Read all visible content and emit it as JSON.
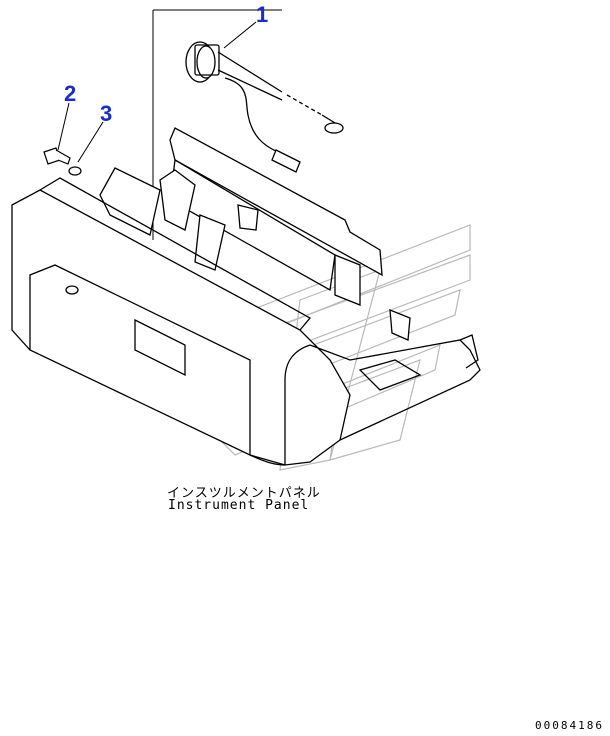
{
  "callouts": [
    {
      "label": "1"
    },
    {
      "label": "2"
    },
    {
      "label": "3"
    }
  ],
  "caption": {
    "japanese": "インスツルメントパネル",
    "english": "Instrument Panel"
  },
  "drawing_code": "00084186",
  "colors": {
    "callout": "#1a2bd0",
    "line": "#000000",
    "watermark": "#b9b9b9"
  }
}
